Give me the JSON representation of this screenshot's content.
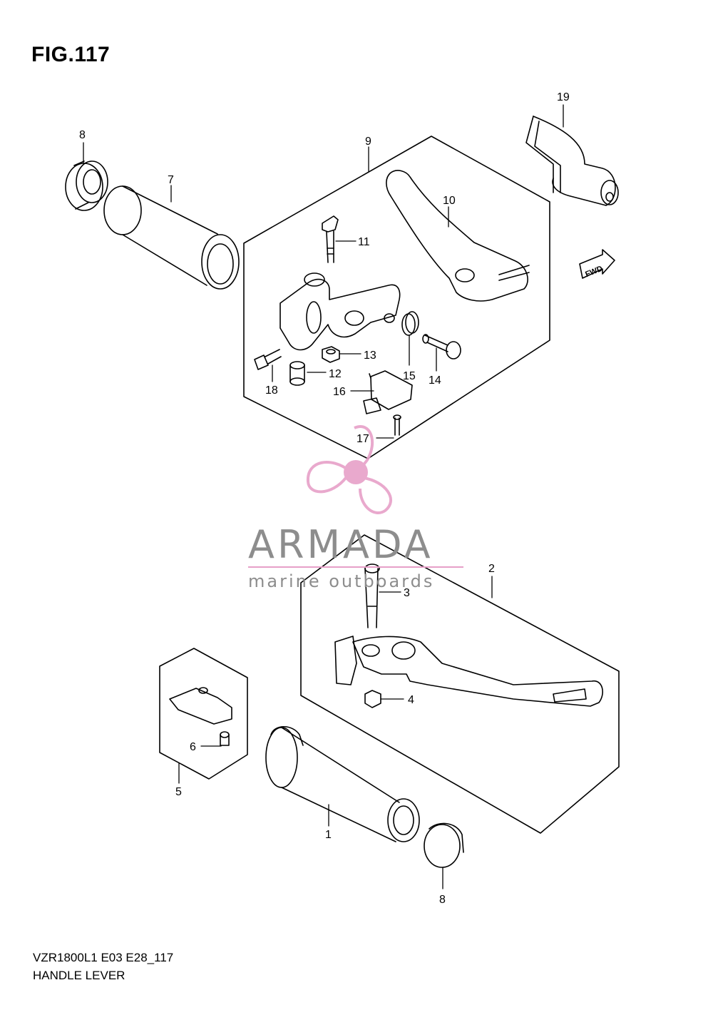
{
  "header": {
    "figure": "FIG.117"
  },
  "footer": {
    "model_code": "VZR1800L1 E03 E28_117",
    "title": "HANDLE LEVER"
  },
  "watermark": {
    "brand": "ARMADA",
    "tagline": "marine outboards",
    "colors": {
      "logo": "#e7a0c8",
      "text": "#8d8d8d"
    }
  },
  "callouts": {
    "p1": "1",
    "p2": "2",
    "p3": "3",
    "p4": "4",
    "p5": "5",
    "p6": "6",
    "p7": "7",
    "p8a": "8",
    "p8b": "8",
    "p9": "9",
    "p10": "10",
    "p11": "11",
    "p12": "12",
    "p13": "13",
    "p14": "14",
    "p15": "15",
    "p16": "16",
    "p17": "17",
    "p18": "18",
    "p19": "19"
  },
  "fwd_badge": "FWD"
}
